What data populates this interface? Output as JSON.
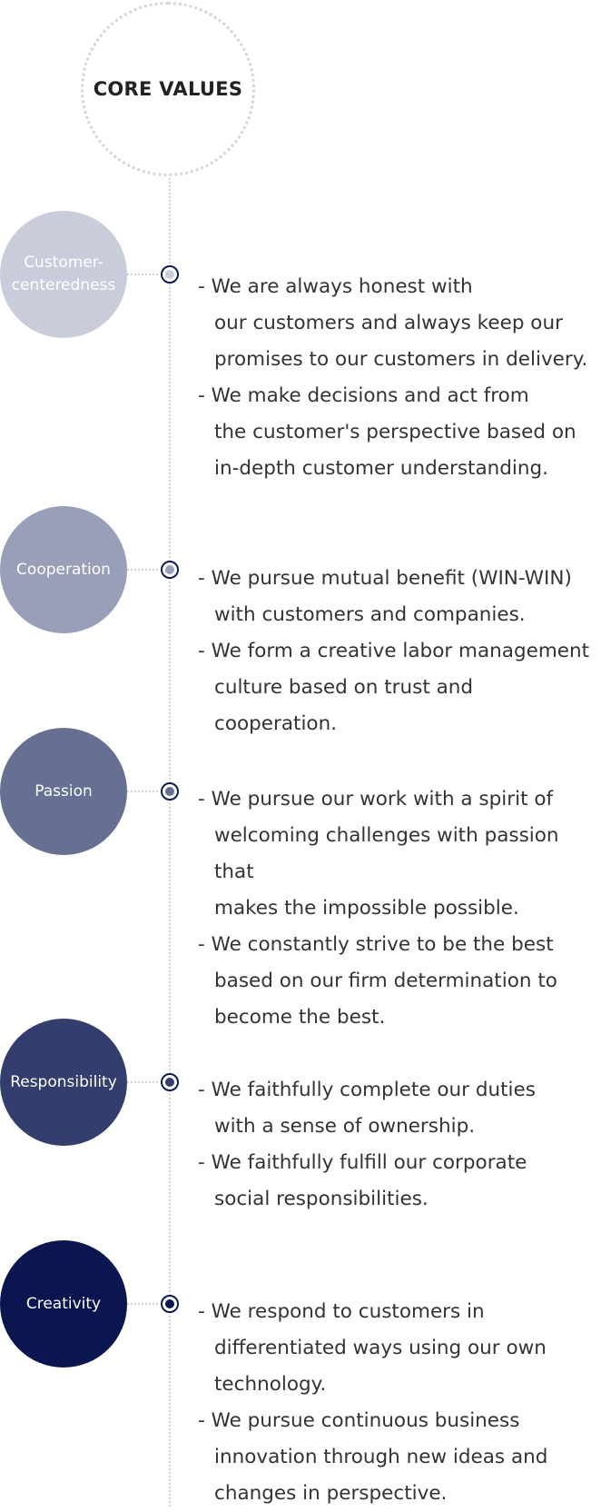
{
  "title": "CORE VALUES",
  "values": [
    {
      "label": "Customer-\ncenteredness",
      "circle_color": "#c9cddb",
      "dot_color": "#c9cddb",
      "items": [
        "- We are always honest with\nour customers and always keep our\npromises to our customers in delivery.",
        "- We make decisions and act from\nthe customer's perspective based on\nin-depth customer understanding."
      ]
    },
    {
      "label": "Cooperation",
      "circle_color": "#999fb9",
      "dot_color": "#999fb9",
      "items": [
        "- We pursue mutual benefit (WIN-WIN)\nwith customers and companies.",
        "- We form a creative labor management\nculture based on trust and cooperation."
      ]
    },
    {
      "label": "Passion",
      "circle_color": "#657093",
      "dot_color": "#657093",
      "items": [
        "- We pursue our work with a spirit of\nwelcoming challenges with passion that\nmakes the impossible possible.",
        "- We constantly strive to be the best\nbased on our firm determination to\nbecome the best."
      ]
    },
    {
      "label": "Responsibility",
      "circle_color": "#343e6e",
      "dot_color": "#343e6e",
      "items": [
        "- We faithfully complete our duties\nwith a sense of ownership.",
        "- We faithfully fulfill our corporate\nsocial responsibilities."
      ]
    },
    {
      "label": "Creativity",
      "circle_color": "#0b1550",
      "dot_color": "#0b1550",
      "items": [
        "- We respond to customers in\ndifferentiated ways using our own\ntechnology.",
        "- We pursue continuous business\ninnovation through new ideas and\nchanges in perspective."
      ]
    }
  ]
}
